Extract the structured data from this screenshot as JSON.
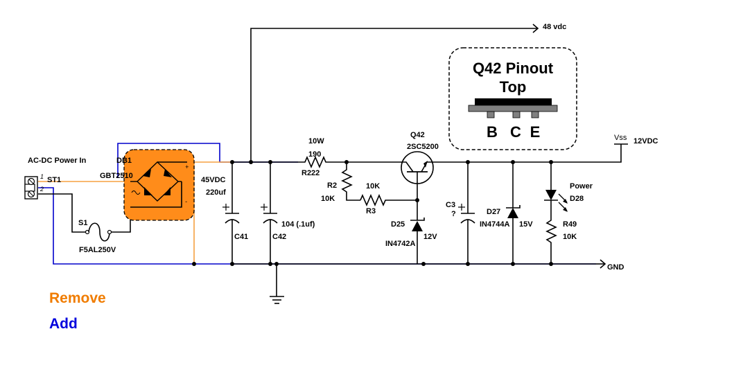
{
  "labels": {
    "input_title": "AC-DC Power In",
    "connector_ref": "ST1",
    "pin1": "1",
    "pin2": "2",
    "switch_ref": "S1",
    "fuse_value": "F5AL250V",
    "bridge_ref": "DB1",
    "bridge_part": "GBT2510",
    "plus": "+",
    "minus": "-",
    "c41_voltage": "45VDC",
    "c41_value": "220uf",
    "c41_ref": "C41",
    "c42_value": "104 (.1uf)",
    "c42_ref": "C42",
    "r222_power": "10W",
    "r222_value": "190",
    "r222_ref": "R222",
    "r2_ref": "R2",
    "r2_value": "10K",
    "r3_value": "10K",
    "r3_ref": "R3",
    "q42_ref": "Q42",
    "q42_part": "2SC5200",
    "d25_ref": "D25",
    "d25_part": "IN4742A",
    "d25_voltage": "12V",
    "c3_ref": "C3",
    "c3_value": "?",
    "d27_ref": "D27",
    "d27_part": "IN4744A",
    "d27_voltage": "15V",
    "d28_name": "Power",
    "d28_ref": "D28",
    "r49_ref": "R49",
    "r49_value": "10K",
    "vss": "Vss",
    "out_12v": "12VDC",
    "out_48v": "48 vdc",
    "gnd": "GND"
  },
  "pinout": {
    "title_line1": "Q42 Pinout",
    "title_line2": "Top",
    "pins": [
      "B",
      "C",
      "E"
    ]
  },
  "legend": {
    "remove": "Remove",
    "add": "Add"
  },
  "colors": {
    "remove": "#f07c00",
    "add": "#0000dd",
    "bridge_fill": "#ff8c1a",
    "wire": "#000000"
  }
}
